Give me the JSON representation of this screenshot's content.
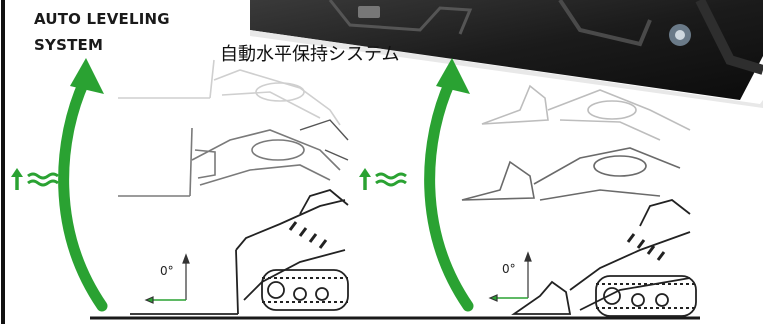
{
  "heading": {
    "line1": "AUTO LEVELING",
    "line2": "SYSTEM",
    "japanese": "自動水平保持システム"
  },
  "panels": [
    {
      "attachment": "pallet-forks",
      "angle_label": "0°"
    },
    {
      "attachment": "bucket",
      "angle_label": "0°"
    }
  ],
  "colors": {
    "accent_green": "#2aa232",
    "line_dark": "#222222",
    "photo_dark": "#1c1c1c",
    "background": "#ffffff"
  },
  "icons": {
    "lift_arrow": "green-curved-up-arrow-icon",
    "hydraulic": "up-arrow-with-waves-icon",
    "angle_indicator": "angle-marker-icon"
  }
}
